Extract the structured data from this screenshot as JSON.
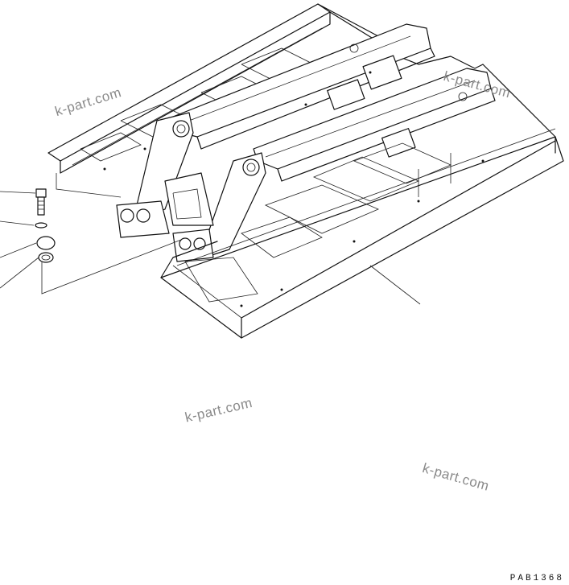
{
  "watermarks": [
    "k-part.com",
    "k-part.com",
    "k-part.com",
    "k-part.com"
  ],
  "drawing_code": "PAB1368"
}
